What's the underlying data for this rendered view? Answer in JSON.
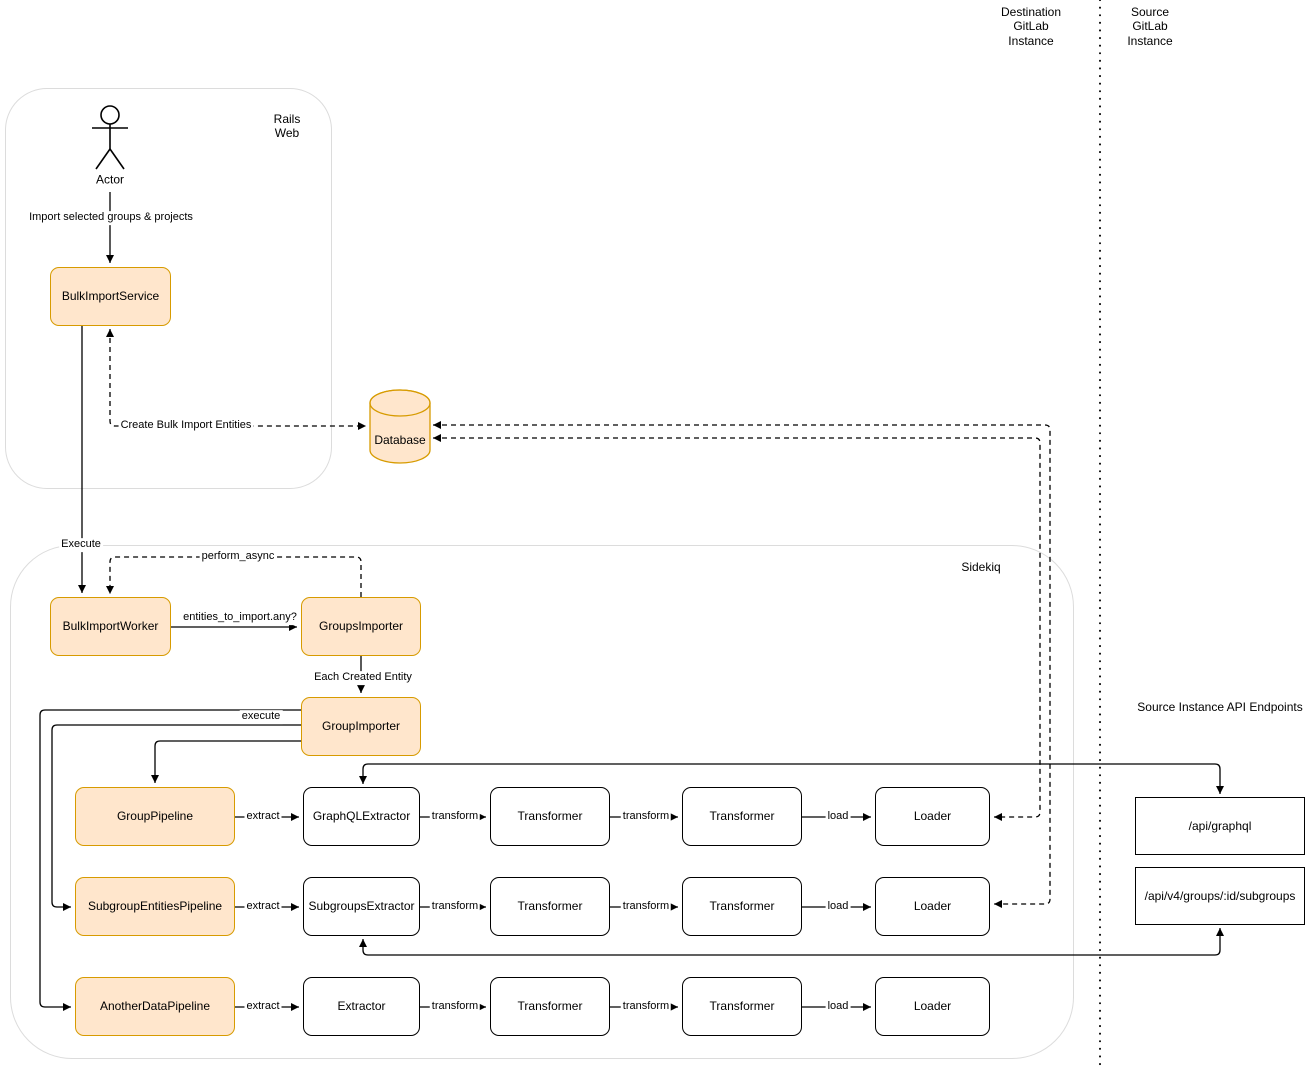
{
  "lanes": {
    "destination": "Destination\nGitLab\nInstance",
    "source": "Source\nGitLab\nInstance"
  },
  "containers": {
    "rails_web": "Rails\nWeb",
    "sidekiq": "Sidekiq"
  },
  "actor": {
    "label": "Actor"
  },
  "nodes": {
    "bulk_import_service": "BulkImportService",
    "database": "Database",
    "bulk_import_worker": "BulkImportWorker",
    "groups_importer": "GroupsImporter",
    "group_importer": "GroupImporter",
    "group_pipeline": "GroupPipeline",
    "subgroup_entities_pipeline": "SubgroupEntitiesPipeline",
    "another_data_pipeline": "AnotherDataPipeline",
    "graphql_extractor": "GraphQLExtractor",
    "subgroups_extractor": "SubgroupsExtractor",
    "extractor": "Extractor",
    "transformer": "Transformer",
    "loader": "Loader"
  },
  "api": {
    "title": "Source Instance API Endpoints",
    "graphql": "/api/graphql",
    "subgroups": "/api/v4/groups/:id/subgroups"
  },
  "edges": {
    "import_selected": "Import selected groups & projects",
    "execute_service": "Execute",
    "create_entities": "Create Bulk Import Entities",
    "perform_async": "perform_async",
    "entities_any": "entities_to_import.any?",
    "each_created_entity": "Each Created Entity",
    "execute_loop": "execute",
    "extract": "extract",
    "transform": "transform",
    "load": "load"
  },
  "colors": {
    "node_fill": "#FFE6CC",
    "node_stroke": "#D79B00",
    "line": "#000000",
    "container_stroke": "#DCDCDC"
  }
}
